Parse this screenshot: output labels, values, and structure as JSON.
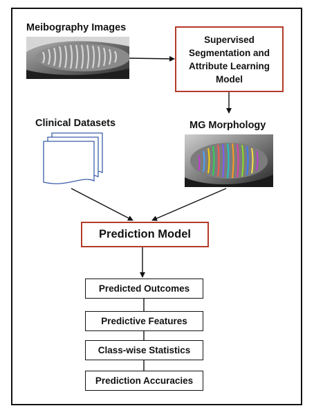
{
  "inputs": {
    "meibography_label": "Meibography Images",
    "clinical_label": "Clinical Datasets",
    "morphology_label": "MG Morphology"
  },
  "model": {
    "segmentation_lines": [
      "Supervised",
      "Segmentation and",
      "Attribute Learning",
      "Model"
    ],
    "prediction_label": "Prediction Model"
  },
  "outputs": [
    "Predicted Outcomes",
    "Predictive Features",
    "Class-wise Statistics",
    "Prediction Accuracies"
  ],
  "colors": {
    "border": "#111111",
    "model_box_border": "#b33a2a",
    "document_icon": "#3a5ea8"
  },
  "icons": {
    "documents": "stacked-documents-icon"
  }
}
